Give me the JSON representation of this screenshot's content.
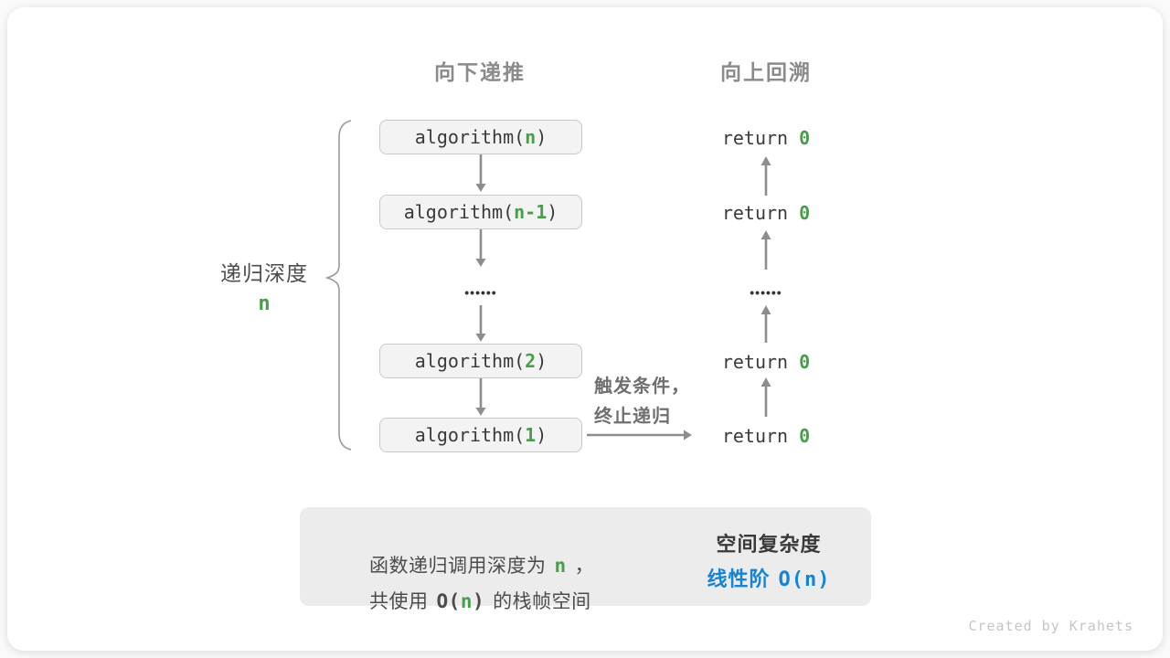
{
  "headers": {
    "down": "向下递推",
    "up": "向上回溯"
  },
  "depth": {
    "label": "递归深度",
    "n": "n"
  },
  "stack": [
    {
      "pre": "algorithm(",
      "arg": "n",
      "post": ")"
    },
    {
      "pre": "algorithm(",
      "arg": "n-1",
      "post": ")"
    },
    {
      "pre": "algorithm(",
      "arg": "2",
      "post": ")"
    },
    {
      "pre": "algorithm(",
      "arg": "1",
      "post": ")"
    }
  ],
  "returns": [
    {
      "kw": "return",
      "val": "0"
    },
    {
      "kw": "return",
      "val": "0"
    },
    {
      "kw": "return",
      "val": "0"
    },
    {
      "kw": "return",
      "val": "0"
    }
  ],
  "dots": "••••••",
  "annotation": {
    "line1": "触发条件，",
    "line2": "终止递归"
  },
  "summary": {
    "l1_pre": "函数递归调用深度为",
    "l1_n": "n",
    "l1_post": "，",
    "l2_pre": "共使用",
    "l2_o": "O(",
    "l2_n": "n",
    "l2_close": ")",
    "l2_post": "的栈帧空间",
    "title": "空间复杂度",
    "result_pre": "线性阶",
    "result_val": "O(n)"
  },
  "credit": "Created by Krahets",
  "colors": {
    "accent_green": "#4b9c4f",
    "accent_blue": "#1584d6",
    "code_text": "#3a3a3a",
    "header_gray": "#8b8b8b",
    "arrow_gray": "#8d8d8d",
    "box_bg": "#f3f3f3",
    "summary_bg": "#ececec"
  }
}
